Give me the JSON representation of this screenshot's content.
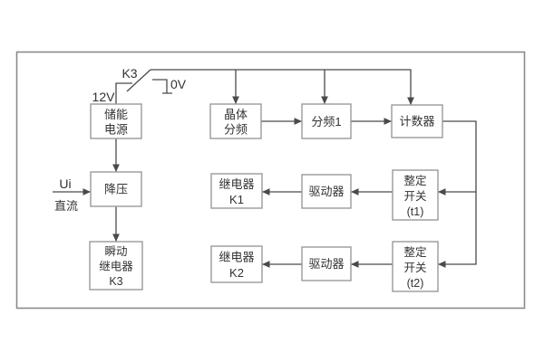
{
  "diagram": {
    "labels": {
      "switch_name": "K3",
      "voltage_high": "12V",
      "voltage_low": "0V",
      "input_signal": "Ui",
      "input_type": "直流"
    },
    "blocks": {
      "storage_power": {
        "line1": "储能",
        "line2": "电源"
      },
      "step_down": {
        "line1": "降压"
      },
      "instant_relay": {
        "line1": "瞬动",
        "line2": "继电器",
        "line3": "K3"
      },
      "crystal_divider": {
        "line1": "晶体",
        "line2": "分频"
      },
      "divider1": {
        "line1": "分频1"
      },
      "counter": {
        "line1": "计数器"
      },
      "relay_k1": {
        "line1": "继电器",
        "line2": "K1"
      },
      "driver1": {
        "line1": "驱动器"
      },
      "setting_switch_t1": {
        "line1": "整定",
        "line2": "开关",
        "line3": "(t1)"
      },
      "relay_k2": {
        "line1": "继电器",
        "line2": "K2"
      },
      "driver2": {
        "line1": "驱动器"
      },
      "setting_switch_t2": {
        "line1": "整定",
        "line2": "开关",
        "line3": "(t2)"
      }
    },
    "colors": {
      "wire": "#4a4a4a",
      "box_border": "#999999",
      "text": "#333333",
      "frame_border": "#8a8a8a",
      "background": "#ffffff"
    }
  }
}
